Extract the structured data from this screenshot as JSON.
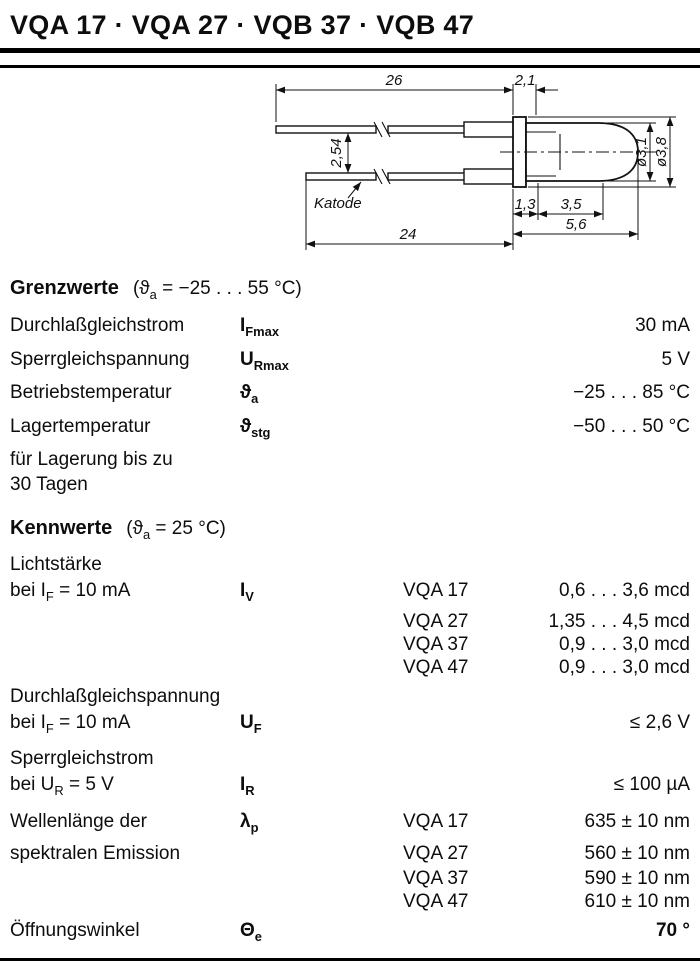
{
  "page": {
    "title": "VQA 17 · VQA 27 · VQB 37 · VQB 47"
  },
  "drawing": {
    "dim_26": "26",
    "dim_2_1": "2,1",
    "dim_2_54": "2,54",
    "katode_label": "Katode",
    "dim_24": "24",
    "dim_1_3": "1,3",
    "dim_3_5": "3,5",
    "dim_5_6": "5,6",
    "dia_3_1": "ø3,1",
    "dia_3_8": "ø3,8"
  },
  "grenzwerte": {
    "heading": "Grenzwerte",
    "cond_pre": "(ϑ",
    "cond_sub": "a",
    "cond_post": " = −25 . . . 55 °C)",
    "rows": [
      {
        "name": "Durchlaßgleichstrom",
        "sym": "I",
        "sub": "Fmax",
        "value": "30 mA"
      },
      {
        "name": "Sperrgleichspannung",
        "sym": "U",
        "sub": "Rmax",
        "value": "5 V"
      },
      {
        "name": "Betriebstemperatur",
        "sym": "ϑ",
        "sub": "a",
        "value": "−25 . . . 85 °C"
      },
      {
        "name": "Lagertemperatur",
        "name2": "für Lagerung bis zu",
        "name3": "30 Tagen",
        "sym": "ϑ",
        "sub": "stg",
        "value": "−50 . . . 50 °C"
      }
    ]
  },
  "kennwerte": {
    "heading": "Kennwerte",
    "cond_pre": "(ϑ",
    "cond_sub": "a",
    "cond_post": " = 25 °C)",
    "lichtstaerke": {
      "name1": "Lichtstärke",
      "name2_pre": "bei I",
      "name2_sub": "F",
      "name2_post": " = 10 mA",
      "sym": "I",
      "sub": "V",
      "types": [
        {
          "type": "VQA 17",
          "value": "0,6 . . . 3,6 mcd"
        },
        {
          "type": "VQA 27",
          "value": "1,35 . . . 4,5 mcd"
        },
        {
          "type": "VQA 37",
          "value": "0,9 . . . 3,0 mcd"
        },
        {
          "type": "VQA 47",
          "value": "0,9 . . . 3,0 mcd"
        }
      ]
    },
    "durchlass": {
      "name1": "Durchlaßgleichspannung",
      "name2_pre": "bei I",
      "name2_sub": "F",
      "name2_post": " = 10 mA",
      "sym": "U",
      "sub": "F",
      "value": "≤ 2,6 V"
    },
    "sperrstrom": {
      "name1": "Sperrgleichstrom",
      "name2_pre": "bei U",
      "name2_sub": "R",
      "name2_post": " = 5 V",
      "sym": "I",
      "sub": "R",
      "value": "≤ 100 µA"
    },
    "wellenlaenge": {
      "name1": "Wellenlänge der",
      "name2": "spektralen Emission",
      "sym": "λ",
      "sub": "p",
      "types": [
        {
          "type": "VQA 17",
          "value": "635 ± 10 nm"
        },
        {
          "type": "VQA 27",
          "value": "560 ± 10 nm"
        },
        {
          "type": "VQA 37",
          "value": "590 ± 10 nm"
        },
        {
          "type": "VQA 47",
          "value": "610 ± 10 nm"
        }
      ]
    },
    "oeffnungswinkel": {
      "name": "Öffnungswinkel",
      "sym": "Θ",
      "sub": "e",
      "value": "70 °"
    }
  }
}
